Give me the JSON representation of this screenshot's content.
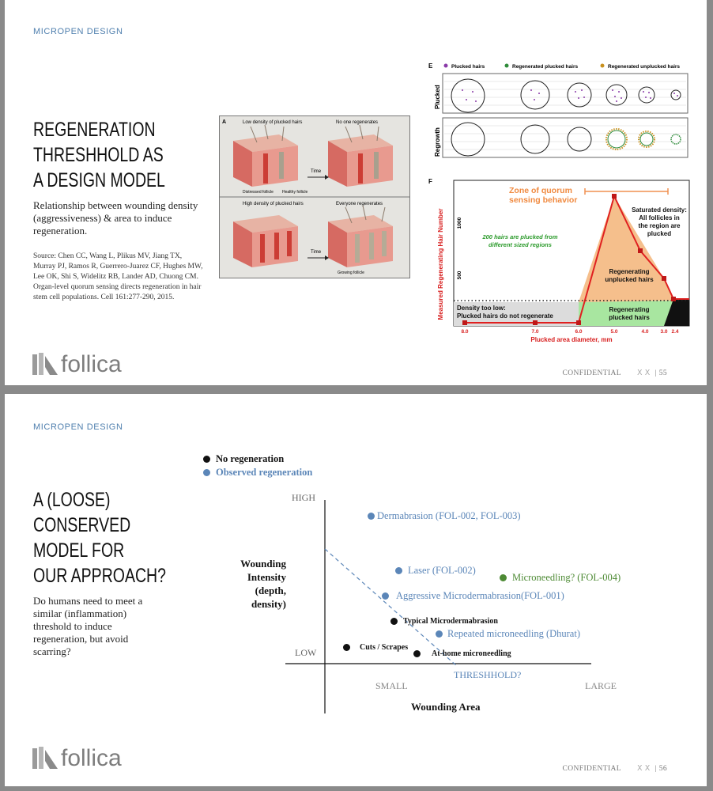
{
  "slide1": {
    "section": "MICROPEN DESIGN",
    "title_lines": [
      "REGENERATION",
      "THRESHHOLD AS",
      "A DESIGN MODEL"
    ],
    "subtitle": "Relationship between wounding density (aggressiveness) & area to induce regeneration.",
    "source": "Source: Chen CC, Wang L, Plikus MV, Jiang TX, Murray PJ, Ramos R, Guerrero-Juarez CF, Hughes MW, Lee OK, Shi S, Widelitz RB, Lander AD, Chuong CM. Organ-level quorum sensing directs regeneration in hair stem cell populations. Cell 161:277-290, 2015.",
    "footer_label": "CONFIDENTIAL",
    "page": "55",
    "logo": "follica",
    "panel_a": {
      "letter": "A",
      "top_left": "Low density of plucked hairs",
      "top_right": "No one regenerates",
      "cap_distressed": "Distressed follicle",
      "cap_healthy": "Healthy follicle",
      "time": "Time",
      "bottom_left": "High density of plucked hairs",
      "bottom_right": "Everyone regenerates",
      "cap_growing": "Growing follicle"
    },
    "panel_e": {
      "letter": "E",
      "legend": [
        "Plucked hairs",
        "Regenerated plucked hairs",
        "Regenerated unplucked hairs"
      ],
      "legend_colors": [
        "#8a3aa8",
        "#2e8b3a",
        "#c8901e"
      ],
      "row1": "Plucked",
      "row2": "Regrowth"
    },
    "panel_f": {
      "letter": "F",
      "zone": "Zone of quorum\nsensing behavior",
      "saturated": "Saturated density:\nAll follicles in\nthe region are\nplucked",
      "green_note": "200 hairs are plucked from\ndifferent sized regions",
      "orange_label": "Regenerating\nunplucked hairs",
      "green_label": "Regenerating\nplucked hairs",
      "low_label": "Density too low:\nPlucked hairs do not regenerate",
      "ylabel": "Measured Regenerating Hair Number",
      "xlabel": "Plucked area diameter, mm",
      "yticks": [
        "500",
        "1000"
      ],
      "xticks": [
        "8.0",
        "7.0",
        "6.0",
        "5.0",
        "4.0",
        "3.0",
        "2.4"
      ]
    }
  },
  "slide2": {
    "section": "MICROPEN DESIGN",
    "title_lines": [
      "A (LOOSE)",
      "CONSERVED",
      "MODEL FOR",
      "OUR APPROACH?"
    ],
    "body": "Do humans need to meet a similar (inflammation) threshold to induce regeneration, but avoid scarring?",
    "legend": {
      "none": "No regeneration",
      "observed": "Observed regeneration"
    },
    "colors": {
      "black": "#111111",
      "blue": "#5b86b8",
      "green": "#4d8a34"
    },
    "axis": {
      "high": "HIGH",
      "low": "LOW",
      "small": "SMALL",
      "large": "LARGE",
      "ylabel_lines": [
        "Wounding",
        "Intensity",
        "(depth,",
        "density)"
      ],
      "xlabel": "Wounding Area",
      "threshold": "THRESHHOLD?"
    },
    "points": {
      "dermabrasion": "Dermabrasion (FOL-002, FOL-003)",
      "laser": "Laser (FOL-002)",
      "microneedling": "Microneedling? (FOL-004)",
      "aggressive": "Aggressive Microdermabrasion(FOL-001)",
      "typical": "Typical Microdermabrasion",
      "repeated": "Repeated microneedling (Dhurat)",
      "cuts": "Cuts / Scrapes",
      "athome": "At-home microneedling"
    },
    "footer_label": "CONFIDENTIAL",
    "page": "56",
    "logo": "follica"
  }
}
